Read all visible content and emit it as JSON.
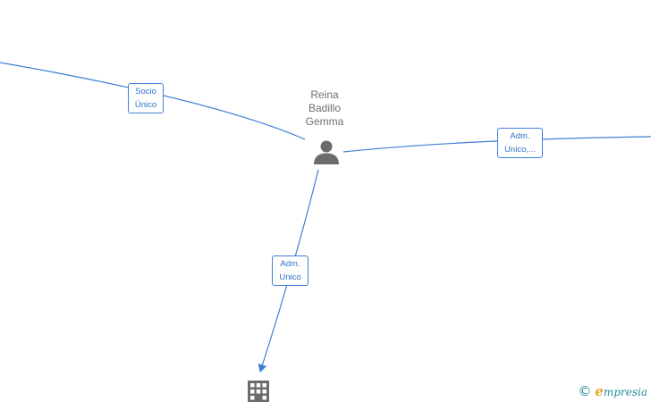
{
  "person": {
    "name_lines": [
      "Reina",
      "Badillo",
      "Gemma"
    ],
    "icon": "person-icon"
  },
  "edges": [
    {
      "label_lines": [
        "Socio",
        "Único"
      ],
      "direction": "from-top-left"
    },
    {
      "label_lines": [
        "Adm.",
        "Unico,..."
      ],
      "direction": "to-right"
    },
    {
      "label_lines": [
        "Adm.",
        "Unico"
      ],
      "direction": "to-bottom-company"
    }
  ],
  "company_node": {
    "icon": "building-icon"
  },
  "brand": {
    "copyright_symbol": "©",
    "initial": "e",
    "name_rest": "mpresia",
    "color": "#1f8a9a",
    "accent": "#e9a21e"
  },
  "colors": {
    "edge": "#3f7fd6",
    "node_text": "#6e6e6e",
    "icon": "#6b6b6b"
  }
}
